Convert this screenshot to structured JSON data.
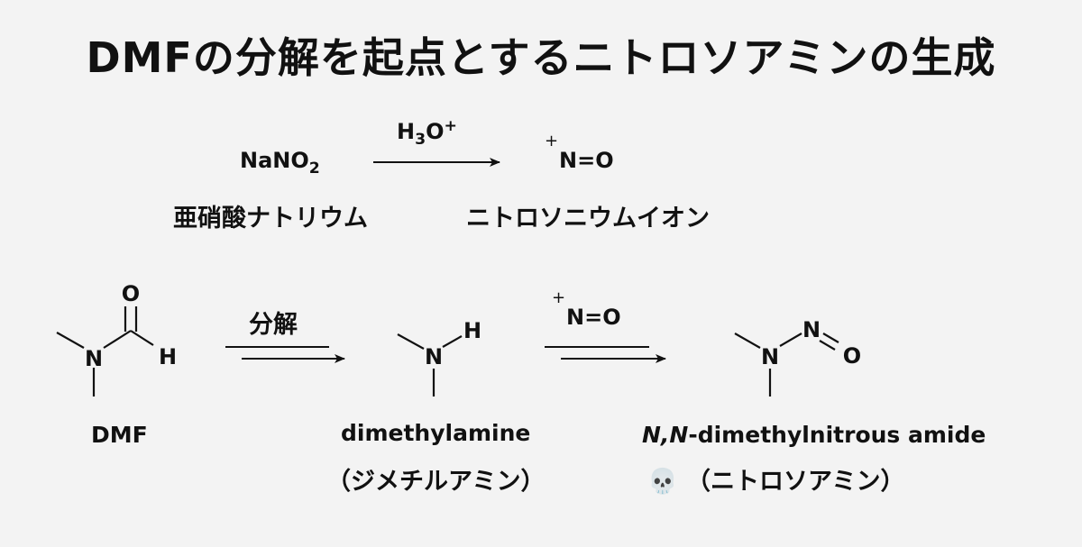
{
  "title": "DMFの分解を起点とするニトロソアミンの生成",
  "reaction1": {
    "reactant_formula": "NaNO",
    "reactant_sub": "2",
    "reactant_name": "亜硝酸ナトリウム",
    "reagent_main": "H",
    "reagent_sub": "3",
    "reagent_o": "O",
    "reagent_sup": "+",
    "product_charge": "+",
    "product_formula": "N=O",
    "product_name": "ニトロソニウムイオン"
  },
  "reaction2": {
    "step1_label": "分解",
    "step2_charge": "+",
    "step2_label": "N=O",
    "dmf_label": "DMF",
    "amine_name": "dimethylamine",
    "amine_jp": "（ジメチルアミン）",
    "nitrosamine_italic": "N,N",
    "nitrosamine_rest": "-dimethylnitrous amide",
    "skull": "💀",
    "nitrosamine_jp": "（ニトロソアミン）",
    "atoms": {
      "N": "N",
      "O": "O",
      "H": "H"
    }
  }
}
